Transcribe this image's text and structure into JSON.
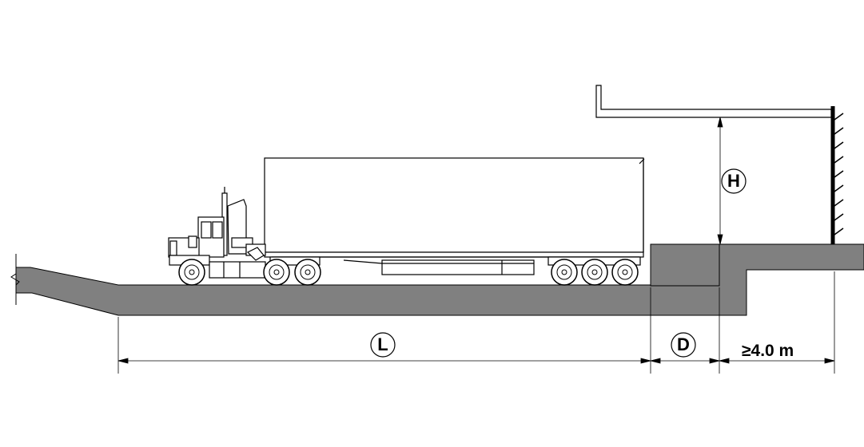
{
  "labels": {
    "height": "H",
    "length": "L",
    "depth": "D",
    "min_distance": "≥4.0 m"
  },
  "colors": {
    "ground": "#808080",
    "line": "#000000",
    "background": "#ffffff"
  },
  "icons": [
    "truck-tractor-icon",
    "trailer-icon",
    "break-line-icon",
    "wall-hatch-icon"
  ]
}
